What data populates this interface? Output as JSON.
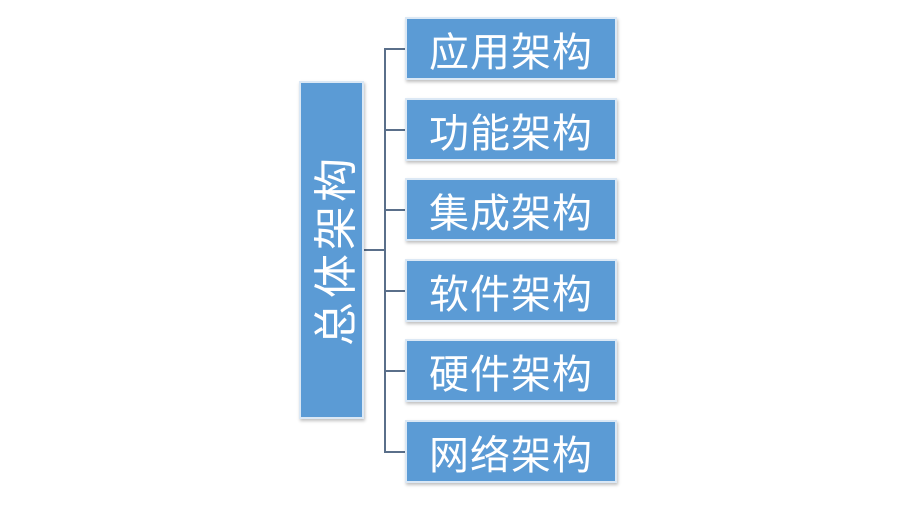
{
  "root": {
    "label": "总体架构"
  },
  "children": [
    {
      "label": "应用架构"
    },
    {
      "label": "功能架构"
    },
    {
      "label": "集成架构"
    },
    {
      "label": "软件架构"
    },
    {
      "label": "硬件架构"
    },
    {
      "label": "网络架构"
    }
  ],
  "colors": {
    "box": "#5b9bd5",
    "connector": "#5a6f8a"
  }
}
